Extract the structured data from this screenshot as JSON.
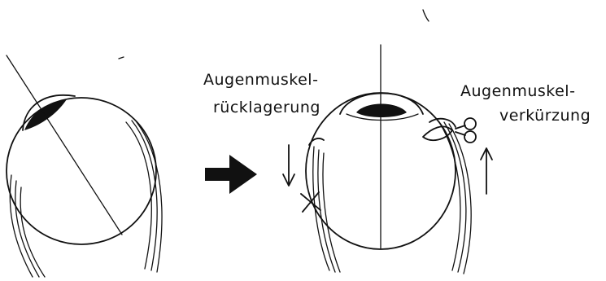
{
  "labels": {
    "recession": {
      "line1": "Augenmuskel-",
      "line2": "rücklagerung"
    },
    "resection": {
      "line1": "Augenmuskel-",
      "line2": "verkürzung"
    }
  },
  "colors": {
    "ink": "#111111",
    "paper": "#ffffff"
  },
  "icons": [
    "arrow-right-icon",
    "arrow-down-icon",
    "arrow-up-icon",
    "cross-mark-icon",
    "scissors-icon"
  ]
}
